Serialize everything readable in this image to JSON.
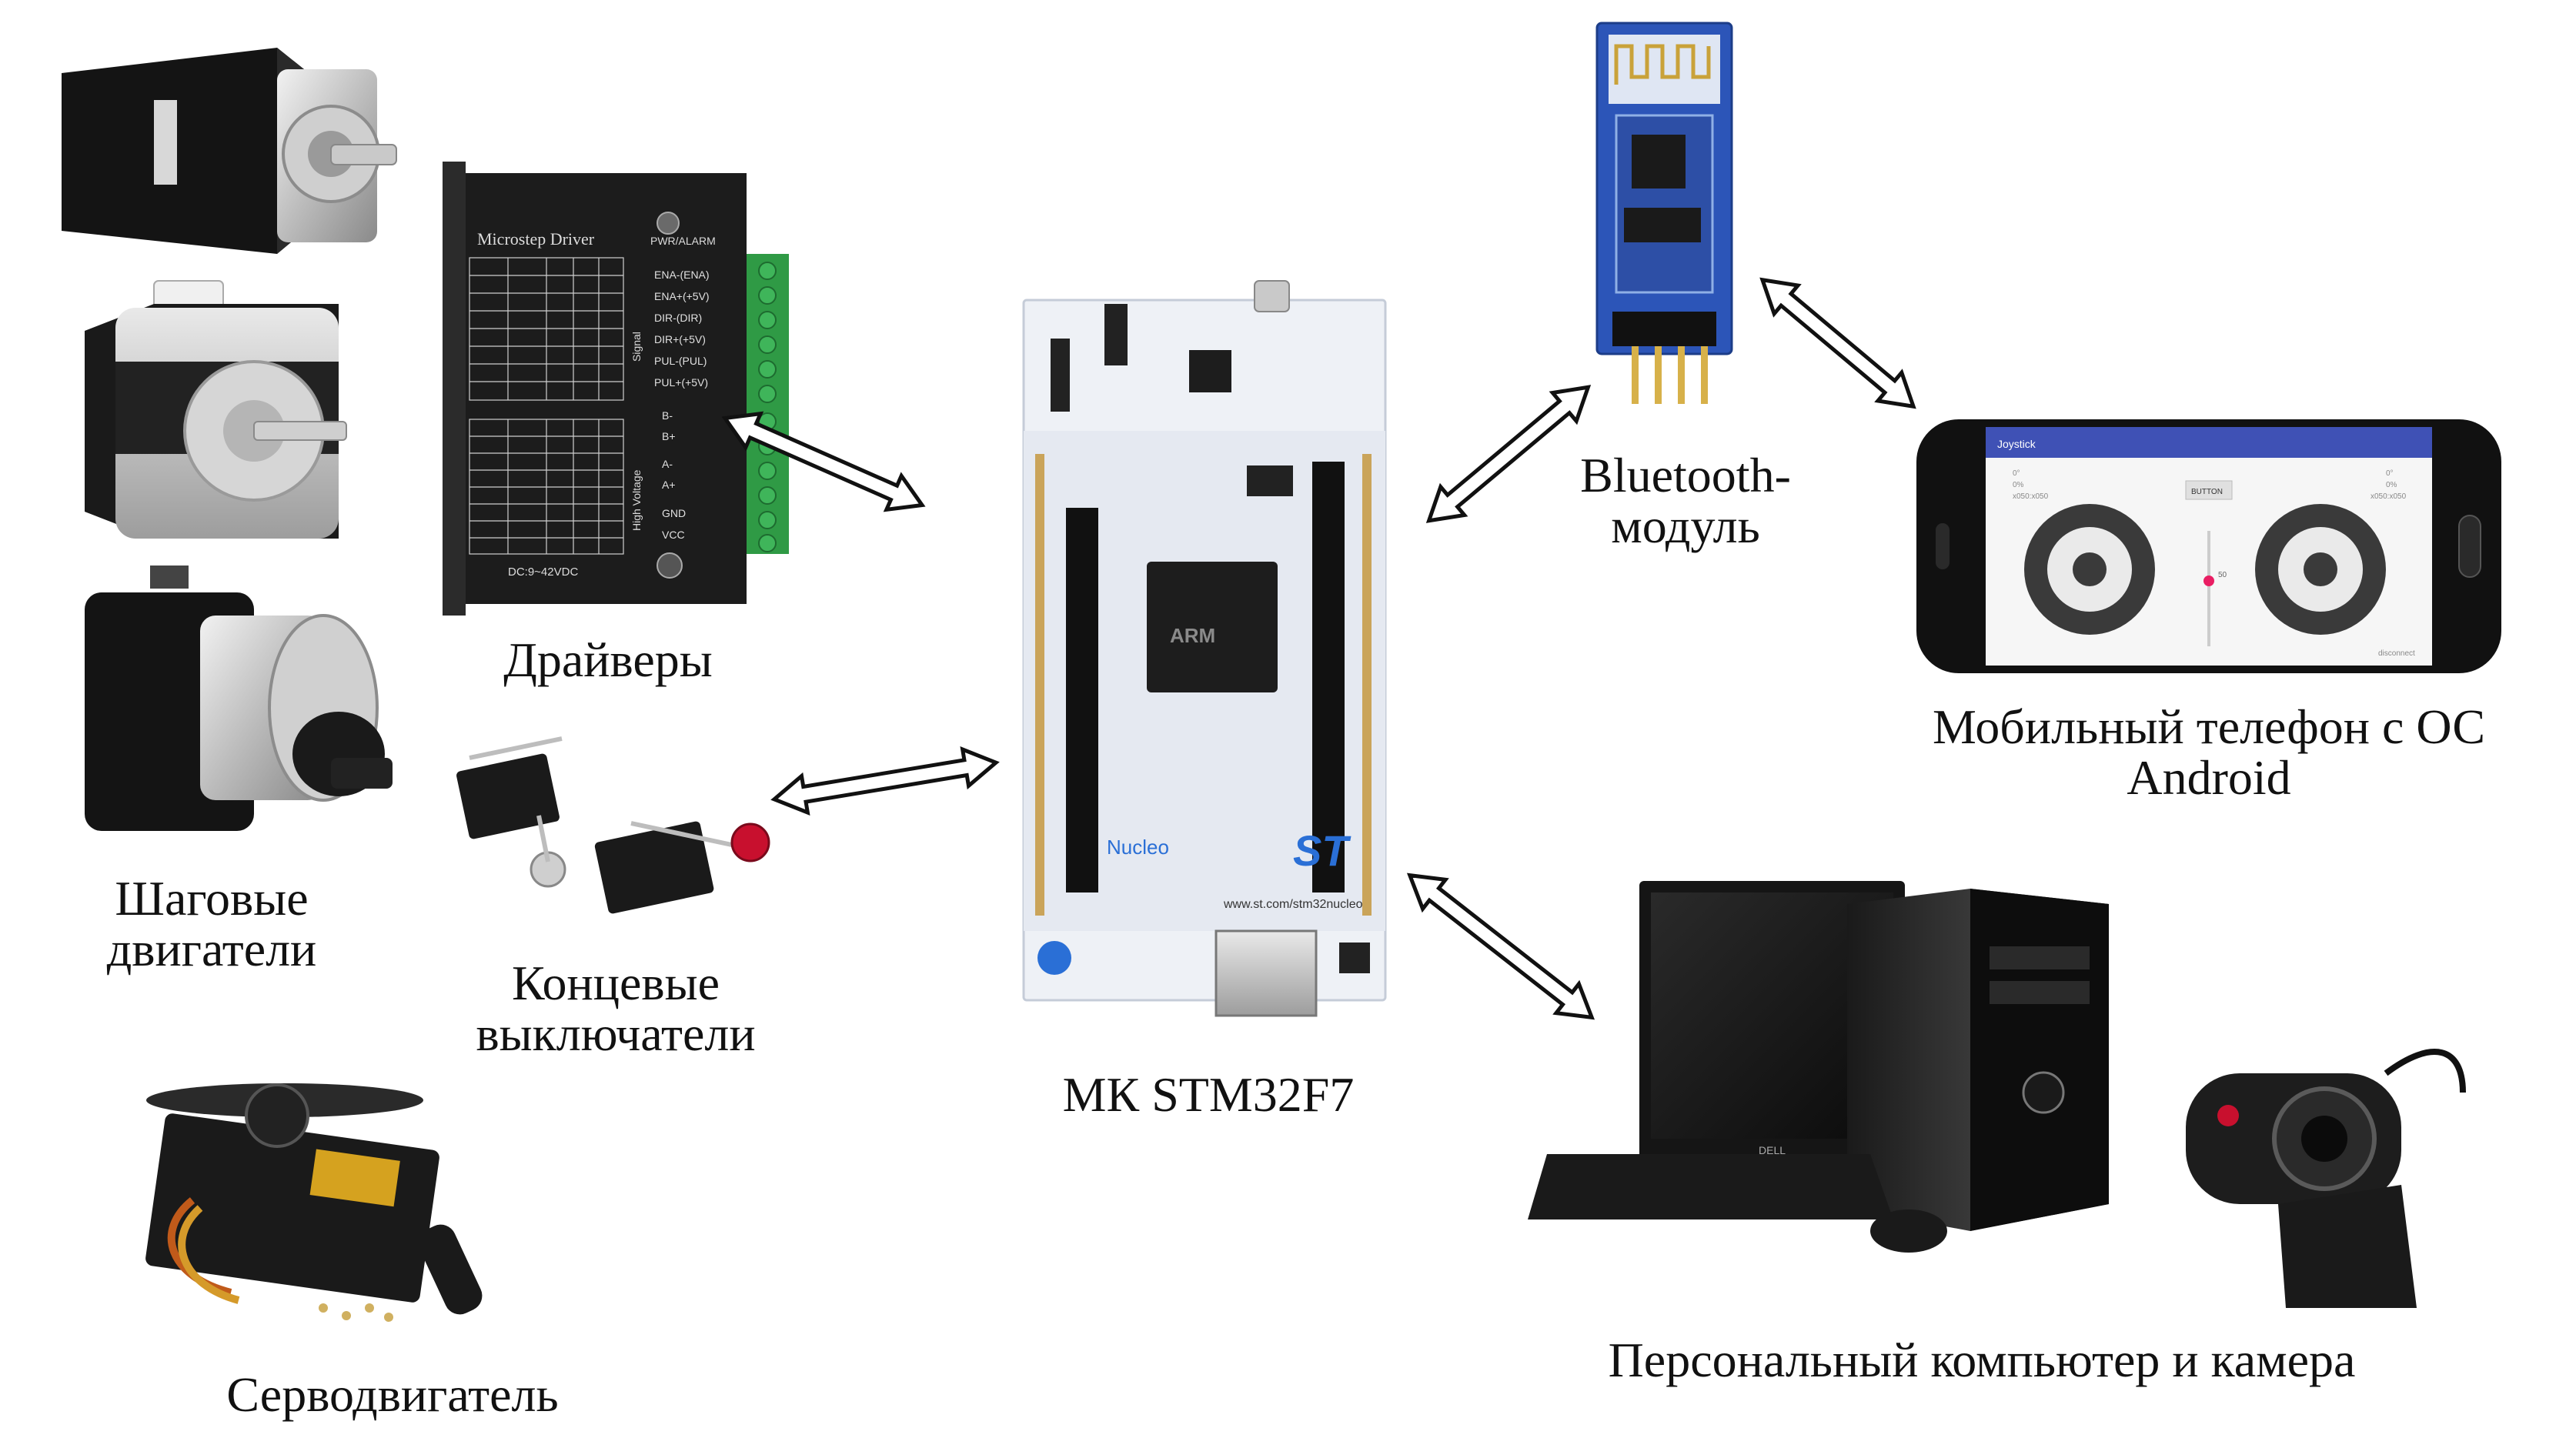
{
  "labels": {
    "steppers": [
      "Шаговые",
      "двигатели"
    ],
    "drivers": "Драйверы",
    "limit_switches": [
      "Концевые",
      "выключатели"
    ],
    "servo": "Серводвигатель",
    "mcu": "МК STM32F7",
    "bluetooth": [
      "Bluetooth-",
      "модуль"
    ],
    "phone": [
      "Мобильный телефон с ОС",
      "Android"
    ],
    "pc": "Персональный компьютер и камера"
  },
  "driver_panel": {
    "title": "Microstep Driver",
    "pwr_alarm": "PWR/ALARM",
    "signal": "Signal",
    "high_voltage": "High Voltage",
    "terminals": [
      "ENA-(ENA)",
      "ENA+(+5V)",
      "DIR-(DIR)",
      "DIR+(+5V)",
      "PUL-(PUL)",
      "PUL+(+5V)",
      "B-",
      "B+",
      "A-",
      "A+",
      "GND",
      "VCC"
    ],
    "footer": "DC:9~42VDC"
  },
  "board": {
    "brand": "Nucleo",
    "logo": "ST",
    "url": "www.st.com/stm32nucleo",
    "chip_mark": "ARM"
  },
  "phone_app": {
    "title": "Joystick",
    "button": "BUTTON",
    "slider_value": "50",
    "disconnect": "disconnect",
    "left_readout": [
      "0°",
      "0%",
      "x050:x050"
    ],
    "right_readout": [
      "0°",
      "0%",
      "x050:x050"
    ]
  },
  "pc": {
    "brand": "DELL"
  },
  "colors": {
    "board": "#eef1f6",
    "driver": "#1c1c1c",
    "terminal": "#2f9a45",
    "bt_pcb": "#2c55b8",
    "servo_label": "#d5a21f",
    "webcam_red": "#c8102e",
    "arrow_fill": "#ffffff",
    "arrow_stroke": "#111111"
  },
  "icons": [
    "stepper-motor-icon",
    "servo-motor-icon",
    "limit-switch-icon",
    "driver-module-icon",
    "nucleo-board-icon",
    "bluetooth-module-icon",
    "smartphone-icon",
    "desktop-pc-icon",
    "webcam-icon"
  ]
}
